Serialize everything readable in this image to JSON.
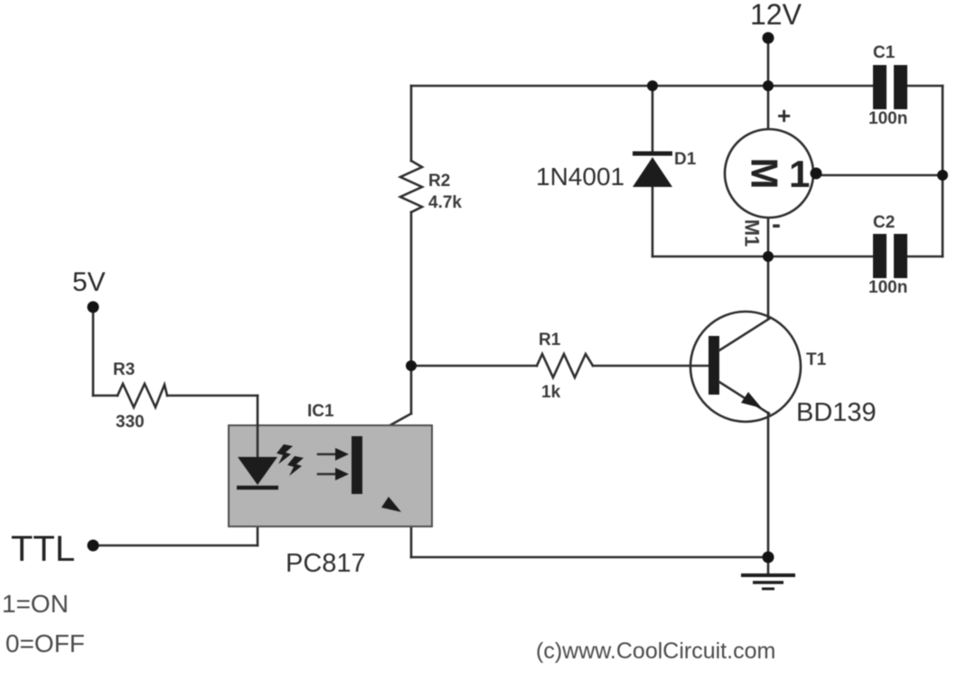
{
  "colors": {
    "background": "#ffffff",
    "line": "#2e2e2e",
    "text": "#2f2f2f",
    "muted_text": "#4b4b4b",
    "opto_fill": "#b4b4b4",
    "opto_border": "#4f4f4f"
  },
  "power": {
    "v12_label": "12V",
    "v5_label": "5V"
  },
  "components": {
    "r1": {
      "ref": "R1",
      "value": "1k"
    },
    "r2": {
      "ref": "R2",
      "value": "4.7k"
    },
    "r3": {
      "ref": "R3",
      "value": "330"
    },
    "c1": {
      "ref": "C1",
      "value": "100n"
    },
    "c2": {
      "ref": "C2",
      "value": "100n"
    },
    "d1": {
      "ref": "D1",
      "part": "1N4001"
    },
    "t1": {
      "ref": "T1",
      "part": "BD139"
    },
    "ic1": {
      "ref": "IC1",
      "part": "PC817"
    },
    "m1": {
      "ref": "M1",
      "inner_letter": "M",
      "inner_digit": "1",
      "plus": "+",
      "minus": "-"
    }
  },
  "ttl": {
    "label": "TTL",
    "logic_on": "1=ON",
    "logic_off": "0=OFF"
  },
  "footer": {
    "copyright": "(c)www.CoolCircuit.com"
  }
}
